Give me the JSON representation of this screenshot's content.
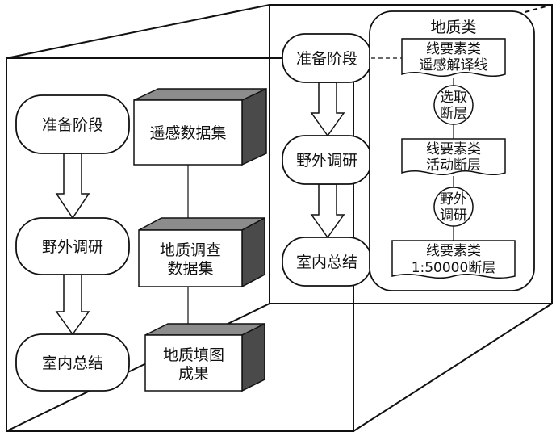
{
  "colors": {
    "stroke": "#111111",
    "background": "#ffffff",
    "box_front": "#ffffff",
    "box_top": "#8c8c8c",
    "box_side": "#4a4a4a"
  },
  "left_stages": {
    "stage_1": "准备阶段",
    "stage_2": "野外调研",
    "stage_3": "室内总结"
  },
  "data_boxes": {
    "remote_sensing": "遥感数据集",
    "geo_survey_line1": "地质调查",
    "geo_survey_line2": "数据集",
    "mapping_result_line1": "地质填图",
    "mapping_result_line2": "成果"
  },
  "back_stages": {
    "stage_1": "准备阶段",
    "stage_2": "野外调研",
    "stage_3": "室内总结"
  },
  "geology_panel": {
    "title": "地质类",
    "doc_1_line1": "线要素类",
    "doc_1_line2": "遥感解译线",
    "step_1_line1": "选取",
    "step_1_line2": "断层",
    "doc_2_line1": "线要素类",
    "doc_2_line2": "活动断层",
    "step_2_line1": "野外",
    "step_2_line2": "调研",
    "doc_3_line1": "线要素类",
    "doc_3_line2": "1:50000断层"
  }
}
